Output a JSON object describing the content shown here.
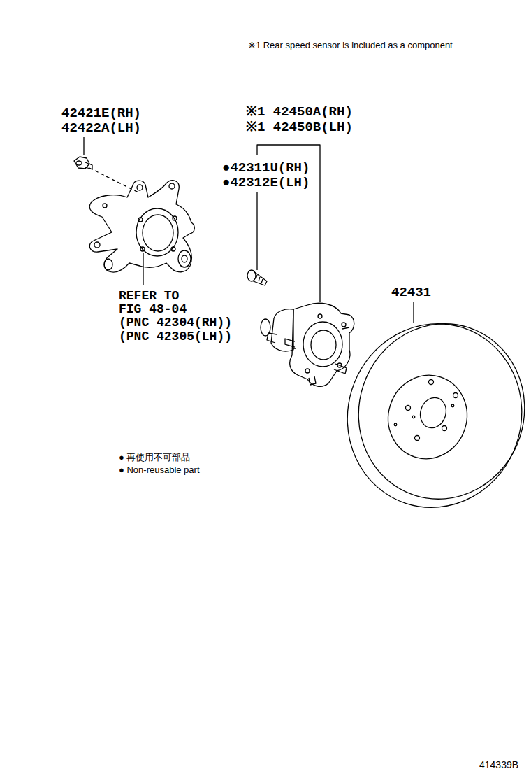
{
  "diagram": {
    "labels": [
      "※1 Rear speed sensor is included as a component",
      "42421E(RH)",
      "42422A(LH)",
      "※1 42450A(RH)",
      "※1 42450B(LH)",
      "●42311U(RH)",
      "●42312E(LH)",
      "REFER TO",
      "FIG 48-04",
      "(PNC 42304(RH))",
      "(PNC 42305(LH))",
      "42431",
      "● 再使用不可部品",
      "● Non-reusable part",
      "414339B"
    ]
  }
}
